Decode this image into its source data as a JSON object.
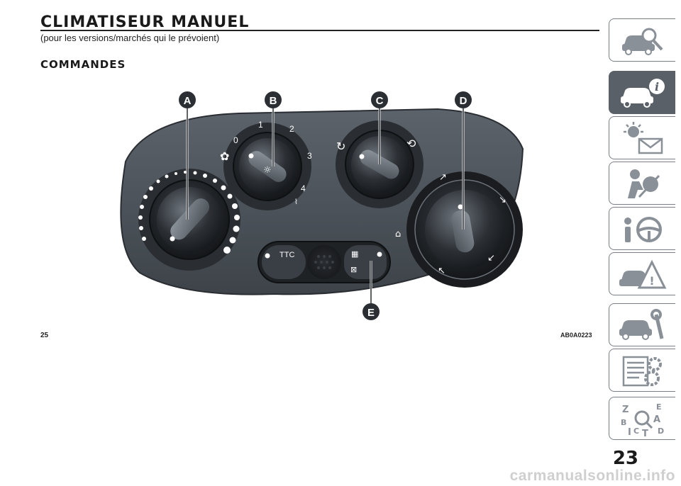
{
  "header": {
    "title": "CLIMATISEUR MANUEL",
    "subtitle": "(pour les versions/marchés qui le prévoient)"
  },
  "section": {
    "heading": "COMMANDES"
  },
  "figure": {
    "number": "25",
    "code": "AB0A0223",
    "callouts": [
      "A",
      "B",
      "C",
      "D",
      "E"
    ],
    "fan_speed_labels": [
      "0",
      "1",
      "2",
      "3",
      "4"
    ],
    "button_label": "TTC",
    "colors": {
      "panel": "#4a5158",
      "knob": "#2a2e33",
      "callout": "#2b2f33"
    }
  },
  "sidebar": {
    "tabs": [
      {
        "icon": "car-search-icon"
      },
      {
        "icon": "car-info-icon",
        "active": true
      },
      {
        "icon": "warning-lights-icon"
      },
      {
        "icon": "airbag-person-icon"
      },
      {
        "icon": "steering-wheel-icon"
      },
      {
        "icon": "car-warning-triangle-icon"
      },
      {
        "icon": "car-wrench-icon"
      },
      {
        "icon": "specifications-gear-icon"
      },
      {
        "icon": "alphabetical-index-icon"
      }
    ]
  },
  "page": {
    "number": "23"
  },
  "watermark": "carmanualsonline.info"
}
